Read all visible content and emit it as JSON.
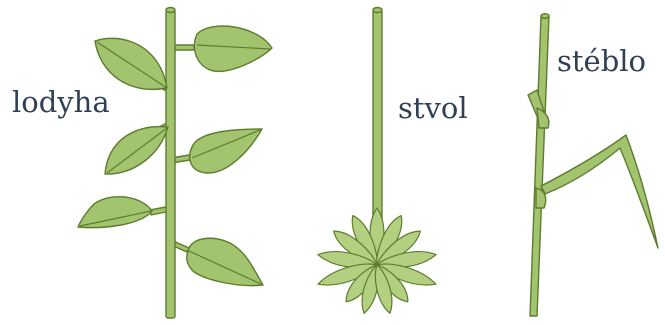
{
  "labels": {
    "lodyha": "lodyha",
    "stvol": "stvol",
    "steblo": "stéblo"
  },
  "colors": {
    "fill": "#a2c46f",
    "fill_light": "#b3d080",
    "outline": "#5d7c2e",
    "text": "#2f3f55",
    "background": "#ffffff"
  }
}
